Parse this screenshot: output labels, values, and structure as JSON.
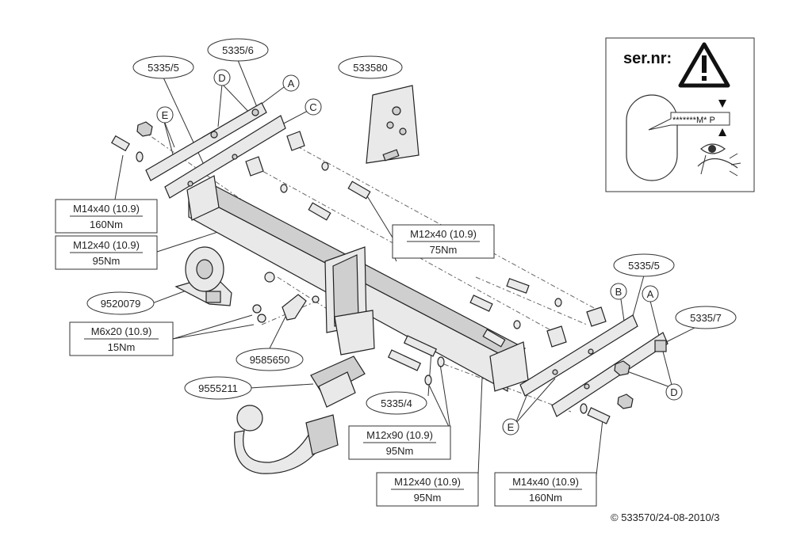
{
  "parts": {
    "plate_left_top": "5335/5",
    "plate_left_bottom": "5335/6",
    "sticker": "533580",
    "socket_bracket": "9520079",
    "socket_holder": "9585650",
    "ball": "9555211",
    "crossbar": "5335/4",
    "plate_right_top": "5335/5",
    "plate_right_bottom": "5335/7"
  },
  "letters": {
    "a_left": "A",
    "c_left": "C",
    "d_left": "D",
    "e_left": "E",
    "b_right": "B",
    "a_right": "A",
    "d_right": "D",
    "e_right": "E"
  },
  "specs": {
    "m14_left": {
      "bolt": "M14x40 (10.9)",
      "torque": "160Nm"
    },
    "m12_left": {
      "bolt": "M12x40 (10.9)",
      "torque": "95Nm"
    },
    "m12_top": {
      "bolt": "M12x40 (10.9)",
      "torque": "75Nm"
    },
    "m6": {
      "bolt": "M6x20 (10.9)",
      "torque": "15Nm"
    },
    "m12x90": {
      "bolt": "M12x90 (10.9)",
      "torque": "95Nm"
    },
    "m12_bottom": {
      "bolt": "M12x40 (10.9)",
      "torque": "95Nm"
    },
    "m14_right": {
      "bolt": "M14x40 (10.9)",
      "torque": "160Nm"
    }
  },
  "serial_box": {
    "title": "ser.nr:",
    "code": "*******M* P"
  },
  "copyright": "© 533570/24-08-2010/3"
}
